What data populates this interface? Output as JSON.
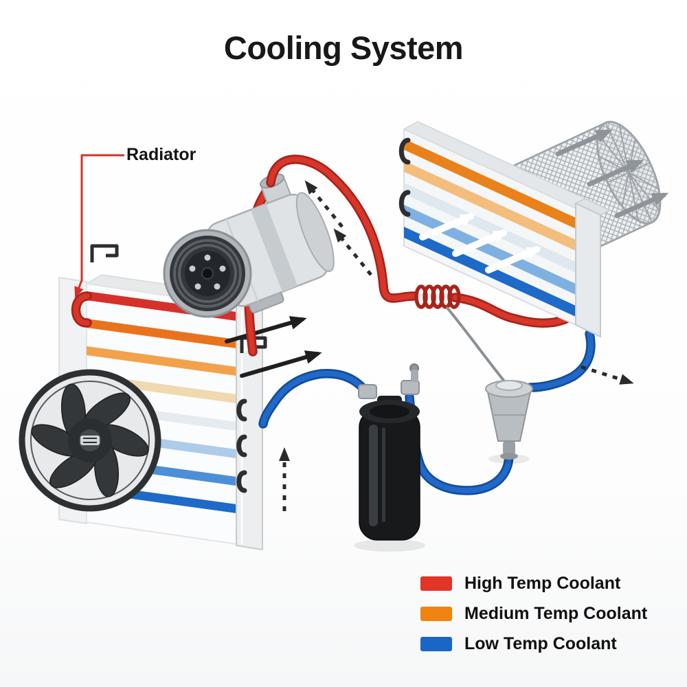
{
  "title": "Cooling System",
  "radiator_label": "Radiator",
  "legend": {
    "items": [
      {
        "id": "high-temp",
        "label": "High Temp Coolant",
        "color": "#e23427"
      },
      {
        "id": "medium-temp",
        "label": "Medium Temp Coolant",
        "color": "#ef8412"
      },
      {
        "id": "low-temp",
        "label": "Low Temp Coolant",
        "color": "#1a66c6"
      }
    ]
  },
  "diagram": {
    "components": [
      "radiator",
      "radiator-fan",
      "compressor",
      "evaporator",
      "blower-fan",
      "receiver-drier",
      "expansion-valve",
      "high-temp-pipe",
      "low-temp-pipe"
    ],
    "pipe_colors": {
      "high_temp": "#d8362a",
      "medium_temp": "#ef8412",
      "low_temp": "#2268c8"
    }
  }
}
